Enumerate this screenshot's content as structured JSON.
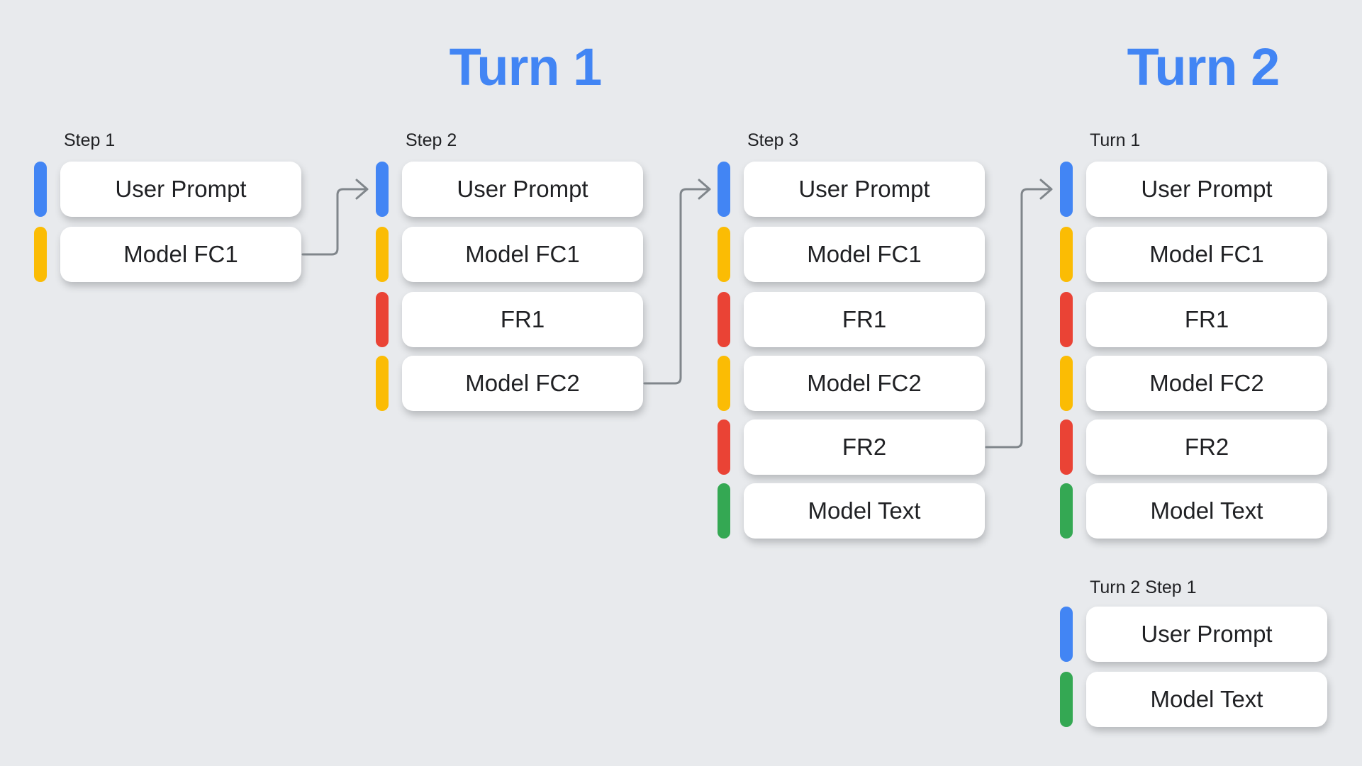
{
  "titles": {
    "turn1": "Turn 1",
    "turn2": "Turn 2"
  },
  "palette": {
    "title_blue": "#4285F4",
    "user_prompt_blue": "#4285F4",
    "model_fc_yellow": "#FBBC04",
    "fr_red": "#EA4335",
    "model_text_green": "#34A853",
    "background_gray": "#E8EAED",
    "box_white": "#FFFFFF",
    "arrow_gray": "#80868B",
    "text_dark": "#202124"
  },
  "columns": [
    {
      "label": "Step 1",
      "boxes": [
        {
          "label": "User Prompt",
          "bar_color": "#4285F4"
        },
        {
          "label": "Model FC1",
          "bar_color": "#FBBC04"
        }
      ]
    },
    {
      "label": "Step 2",
      "boxes": [
        {
          "label": "User Prompt",
          "bar_color": "#4285F4"
        },
        {
          "label": "Model FC1",
          "bar_color": "#FBBC04"
        },
        {
          "label": "FR1",
          "bar_color": "#EA4335"
        },
        {
          "label": "Model FC2",
          "bar_color": "#FBBC04"
        }
      ]
    },
    {
      "label": "Step 3",
      "boxes": [
        {
          "label": "User Prompt",
          "bar_color": "#4285F4"
        },
        {
          "label": "Model FC1",
          "bar_color": "#FBBC04"
        },
        {
          "label": "FR1",
          "bar_color": "#EA4335"
        },
        {
          "label": "Model FC2",
          "bar_color": "#FBBC04"
        },
        {
          "label": "FR2",
          "bar_color": "#EA4335"
        },
        {
          "label": "Model Text",
          "bar_color": "#34A853"
        }
      ]
    },
    {
      "label": "Turn 1",
      "boxes": [
        {
          "label": "User Prompt",
          "bar_color": "#4285F4"
        },
        {
          "label": "Model FC1",
          "bar_color": "#FBBC04"
        },
        {
          "label": "FR1",
          "bar_color": "#EA4335"
        },
        {
          "label": "Model FC2",
          "bar_color": "#FBBC04"
        },
        {
          "label": "FR2",
          "bar_color": "#EA4335"
        },
        {
          "label": "Model Text",
          "bar_color": "#34A853"
        }
      ]
    },
    {
      "label": "Turn 2 Step 1",
      "boxes": [
        {
          "label": "User Prompt",
          "bar_color": "#4285F4"
        },
        {
          "label": "Model Text",
          "bar_color": "#34A853"
        }
      ]
    }
  ]
}
